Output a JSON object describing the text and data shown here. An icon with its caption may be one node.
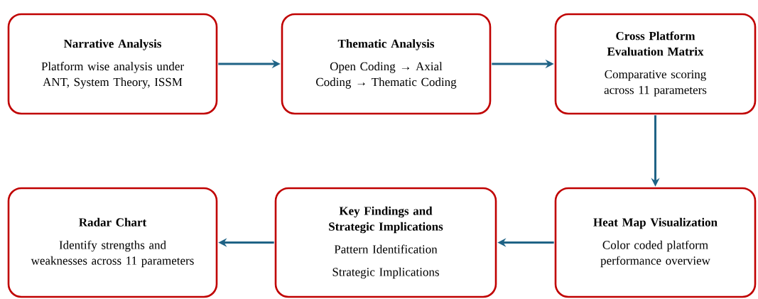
{
  "diagram": {
    "nodes": [
      {
        "text": [
          "Narrative Analysis",
          "Platform wise analysis under ANT, System Theory, ISSM"
        ]
      },
      {
        "text": [
          "Thematic Analysis",
          "Open Coding → Axial Coding → Thematic Coding"
        ]
      },
      {
        "text": [
          "Cross Platform Evaluation Matrix",
          "Comparative scoring across 11 parameters"
        ]
      },
      {
        "text": [
          "Radar Chart",
          "Identify strengths and weaknesses across 11 parameters"
        ]
      },
      {
        "text": [
          "Key Findings and Strategic Implications",
          "Pattern Identification",
          "Strategic Implications"
        ]
      },
      {
        "text": [
          "Heat Map Visualization",
          "Color coded platform performance overview"
        ]
      }
    ],
    "edges": [
      {
        "from": 0,
        "to": 1,
        "arrow": "to"
      },
      {
        "from": 1,
        "to": 2,
        "arrow": "to"
      },
      {
        "from": 2,
        "to": 5,
        "arrow": "to"
      },
      {
        "from": 5,
        "to": 4,
        "arrow": "to"
      },
      {
        "from": 4,
        "to": 3,
        "arrow": "to"
      }
    ]
  }
}
